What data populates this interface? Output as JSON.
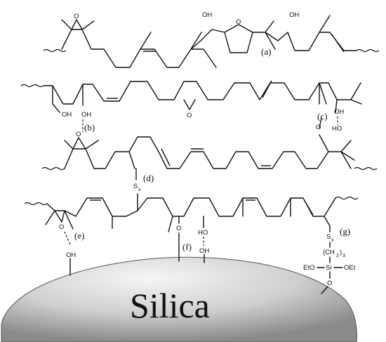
{
  "diagram": {
    "silica_label": "Silica",
    "atoms": {
      "o": "O",
      "oh": "OH",
      "ho": "HO",
      "sx": "S",
      "sx_sub": "x",
      "ch2": "(CH",
      "ch2_sub": "2",
      "ch2_tail": ")",
      "ch2_n": "3",
      "si": "Si",
      "eto": "EtO",
      "oet": "OEt"
    },
    "labels": {
      "a": "(a)",
      "b": "(b)",
      "c": "(c)",
      "d": "(d)",
      "e": "(e)",
      "f": "(f)",
      "g": "(g)"
    },
    "colors": {
      "bond": "#111111",
      "silica_light": "#f4f4f4",
      "silica_dark": "#8a8a8a"
    }
  }
}
